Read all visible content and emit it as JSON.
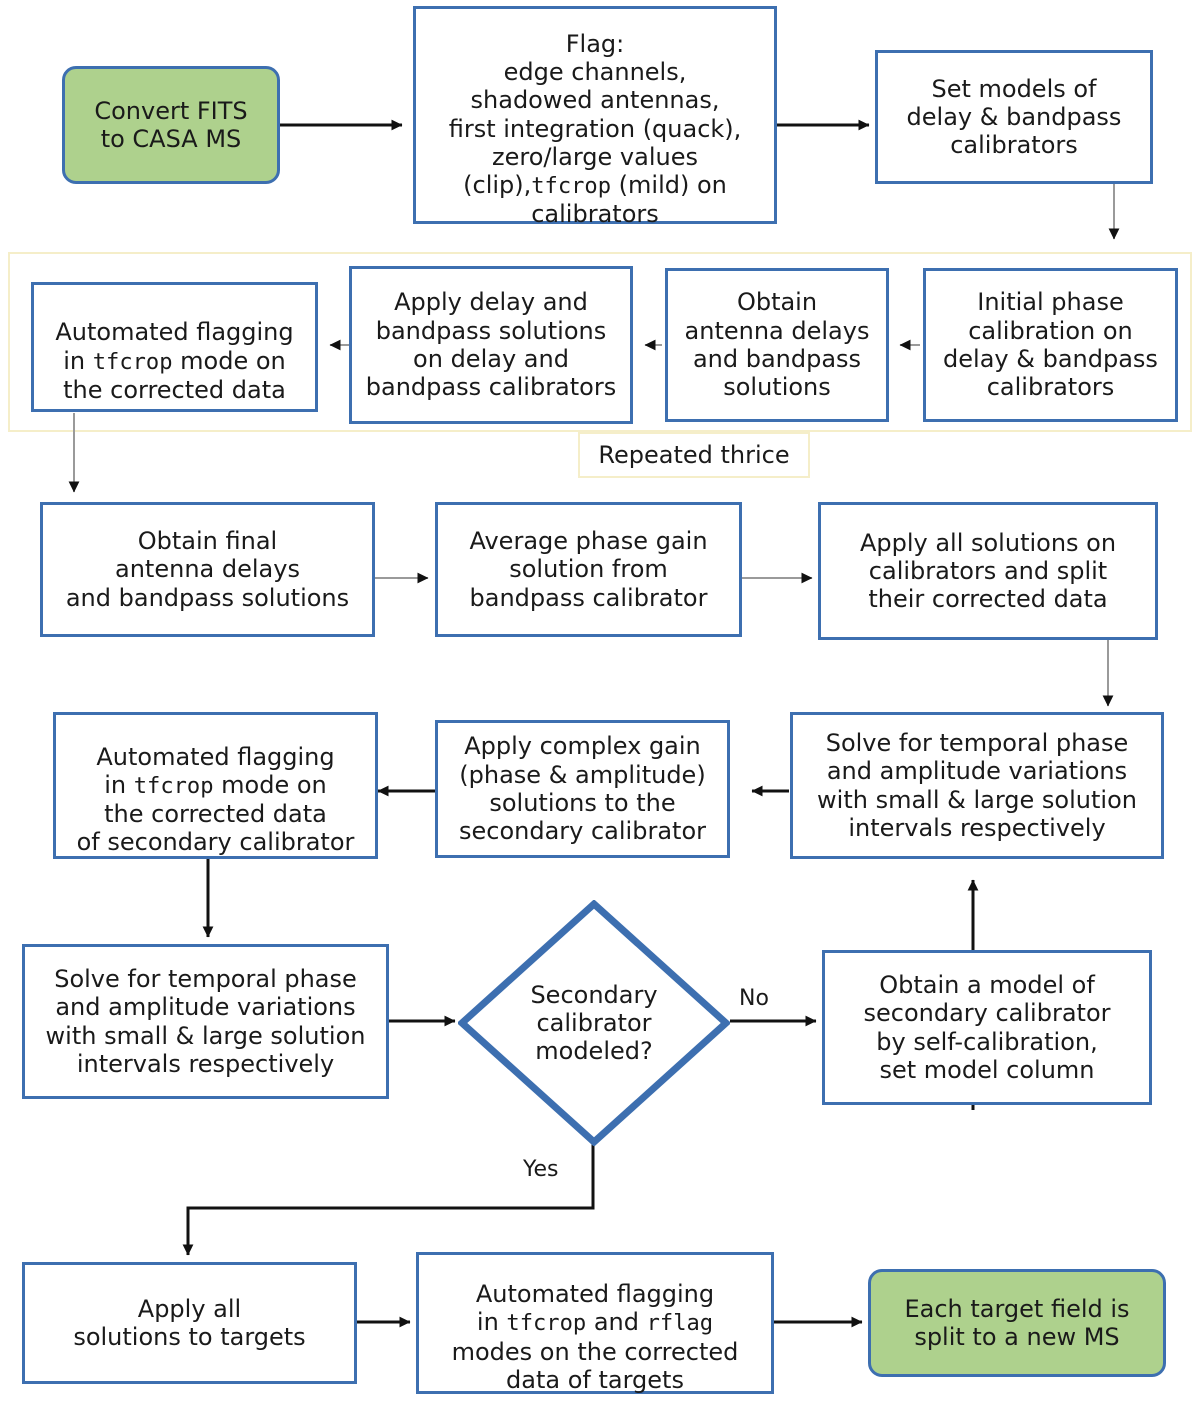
{
  "diagram": {
    "title": "Radio interferometric data calibration pipeline flowchart",
    "colors": {
      "box_border": "#3d6fb0",
      "terminal_fill": "#aed18d",
      "group_border": "#f5eec9",
      "wire": "#111111",
      "text": "#1a1a1a"
    },
    "group": {
      "label": "Repeated thrice"
    },
    "edge_labels": {
      "no": "No",
      "yes": "Yes"
    },
    "nodes": {
      "convert_fits": "Convert FITS\nto CASA MS",
      "flag_initial_head": "Flag:\nedge channels,\nshadowed antennas,\nfirst integration (quack),\nzero/large values (clip),",
      "flag_initial_mono": "tfcrop",
      "flag_initial_tail": " (mild) on calibrators",
      "set_models": "Set models of\ndelay & bandpass\ncalibrators",
      "initial_phase_cal": "Initial phase\ncalibration on\ndelay & bandpass\ncalibrators",
      "obtain_delays_bandpass": "Obtain\nantenna delays\nand bandpass\nsolutions",
      "apply_delay_bandpass": "Apply delay and\nbandpass solutions\non delay and\nbandpass calibrators",
      "autoflag_corrected_head": "Automated flagging\nin ",
      "autoflag_corrected_mono": "tfcrop",
      "autoflag_corrected_tail": " mode on\nthe corrected data",
      "obtain_final": "Obtain final\nantenna delays\nand bandpass solutions",
      "average_phase_gain": "Average phase gain\nsolution from\nbandpass calibrator",
      "apply_all_calibrators": "Apply all solutions on\ncalibrators and split\ntheir corrected data",
      "solve_temporal_right": "Solve for temporal phase\nand amplitude variations\nwith small & large solution\nintervals respectively",
      "apply_complex_gain": "Apply complex gain\n(phase & amplitude)\nsolutions to the\nsecondary calibrator",
      "autoflag_secondary_head": "Automated flagging\nin ",
      "autoflag_secondary_mono": "tfcrop",
      "autoflag_secondary_tail": " mode on\nthe corrected data\nof secondary calibrator",
      "solve_temporal_left": "Solve for temporal phase\nand amplitude variations\nwith small & large solution\nintervals respectively",
      "decision_secondary_modeled": "Secondary\ncalibrator\nmodeled?",
      "obtain_model_secondary": "Obtain a model of\nsecondary calibrator\nby self-calibration,\nset model column",
      "apply_all_targets": "Apply all\nsolutions to targets",
      "autoflag_targets_head": "Automated flagging\nin ",
      "autoflag_targets_mono1": "tfcrop",
      "autoflag_targets_mid": " and ",
      "autoflag_targets_mono2": "rflag",
      "autoflag_targets_tail": "\nmodes on the corrected\ndata of targets",
      "split_target": "Each target field is\nsplit to a new MS"
    }
  }
}
